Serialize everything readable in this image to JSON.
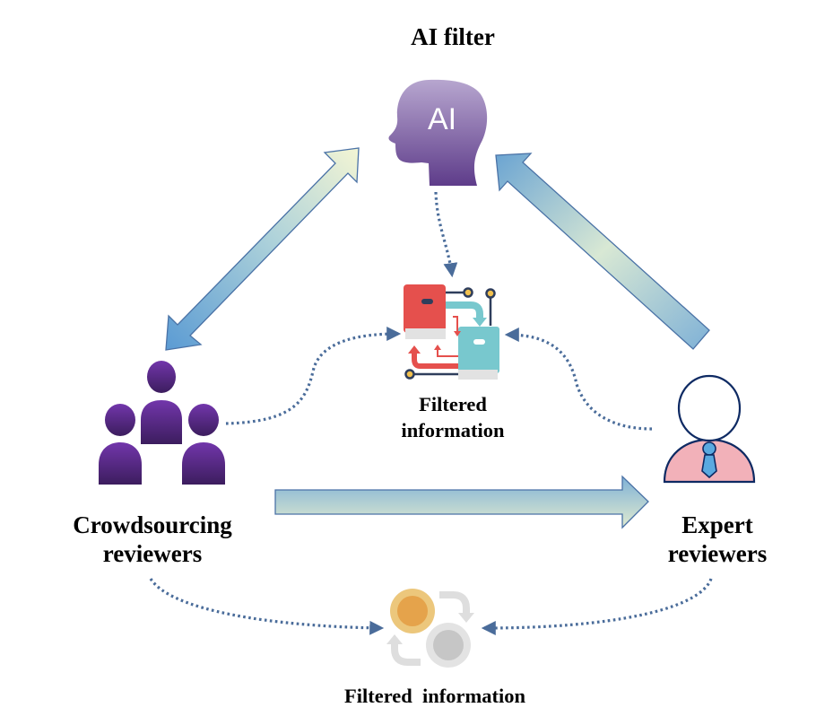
{
  "nodes": {
    "ai_filter": {
      "label": "AI filter",
      "icon": "ai-head-icon",
      "icon_text": "AI"
    },
    "crowd": {
      "label_line1": "Crowdsourcing",
      "label_line2": "reviewers",
      "icon": "group-of-people-icon"
    },
    "expert": {
      "label_line1": "Expert",
      "label_line2": "reviewers",
      "icon": "businessman-icon"
    },
    "filtered_center": {
      "label_line1": "Filtered",
      "label_line2": "information",
      "icon": "book-exchange-icon"
    },
    "filtered_bottom": {
      "label": "Filtered  information",
      "icon": "coin-cycle-icon"
    }
  },
  "edges": [
    {
      "from": "crowd",
      "to": "ai_filter",
      "style": "solid-gradient-arrow",
      "direction": "bidirectional"
    },
    {
      "from": "expert",
      "to": "ai_filter",
      "style": "solid-gradient-arrow",
      "direction": "forward"
    },
    {
      "from": "crowd",
      "to": "expert",
      "style": "solid-gradient-arrow",
      "direction": "forward"
    },
    {
      "from": "ai_filter",
      "to": "filtered_center",
      "style": "dotted-arrow",
      "direction": "forward"
    },
    {
      "from": "crowd",
      "to": "filtered_center",
      "style": "dotted-arrow",
      "direction": "forward"
    },
    {
      "from": "expert",
      "to": "filtered_center",
      "style": "dotted-arrow",
      "direction": "forward"
    },
    {
      "from": "crowd",
      "to": "filtered_bottom",
      "style": "dotted-arrow",
      "direction": "forward"
    },
    {
      "from": "expert",
      "to": "filtered_bottom",
      "style": "dotted-arrow",
      "direction": "forward"
    }
  ],
  "colors": {
    "purple_light": "#a38fc0",
    "purple_dark": "#5e3c8a",
    "people_purple": "#6a2fa0",
    "people_dark": "#3f1f62",
    "arrow_blue": "#6aa3d0",
    "arrow_pale": "#eef3d6",
    "arrow_stroke": "#4a72a6",
    "dotted": "#4a6c9a",
    "book_red": "#e5504d",
    "book_teal": "#78c8ce",
    "navy": "#243a5e",
    "expert_pink": "#f2b1b9",
    "tie_blue": "#5aa9e0",
    "coin_gold": "#e8a64a",
    "coin_gray": "#c8c8c8"
  }
}
